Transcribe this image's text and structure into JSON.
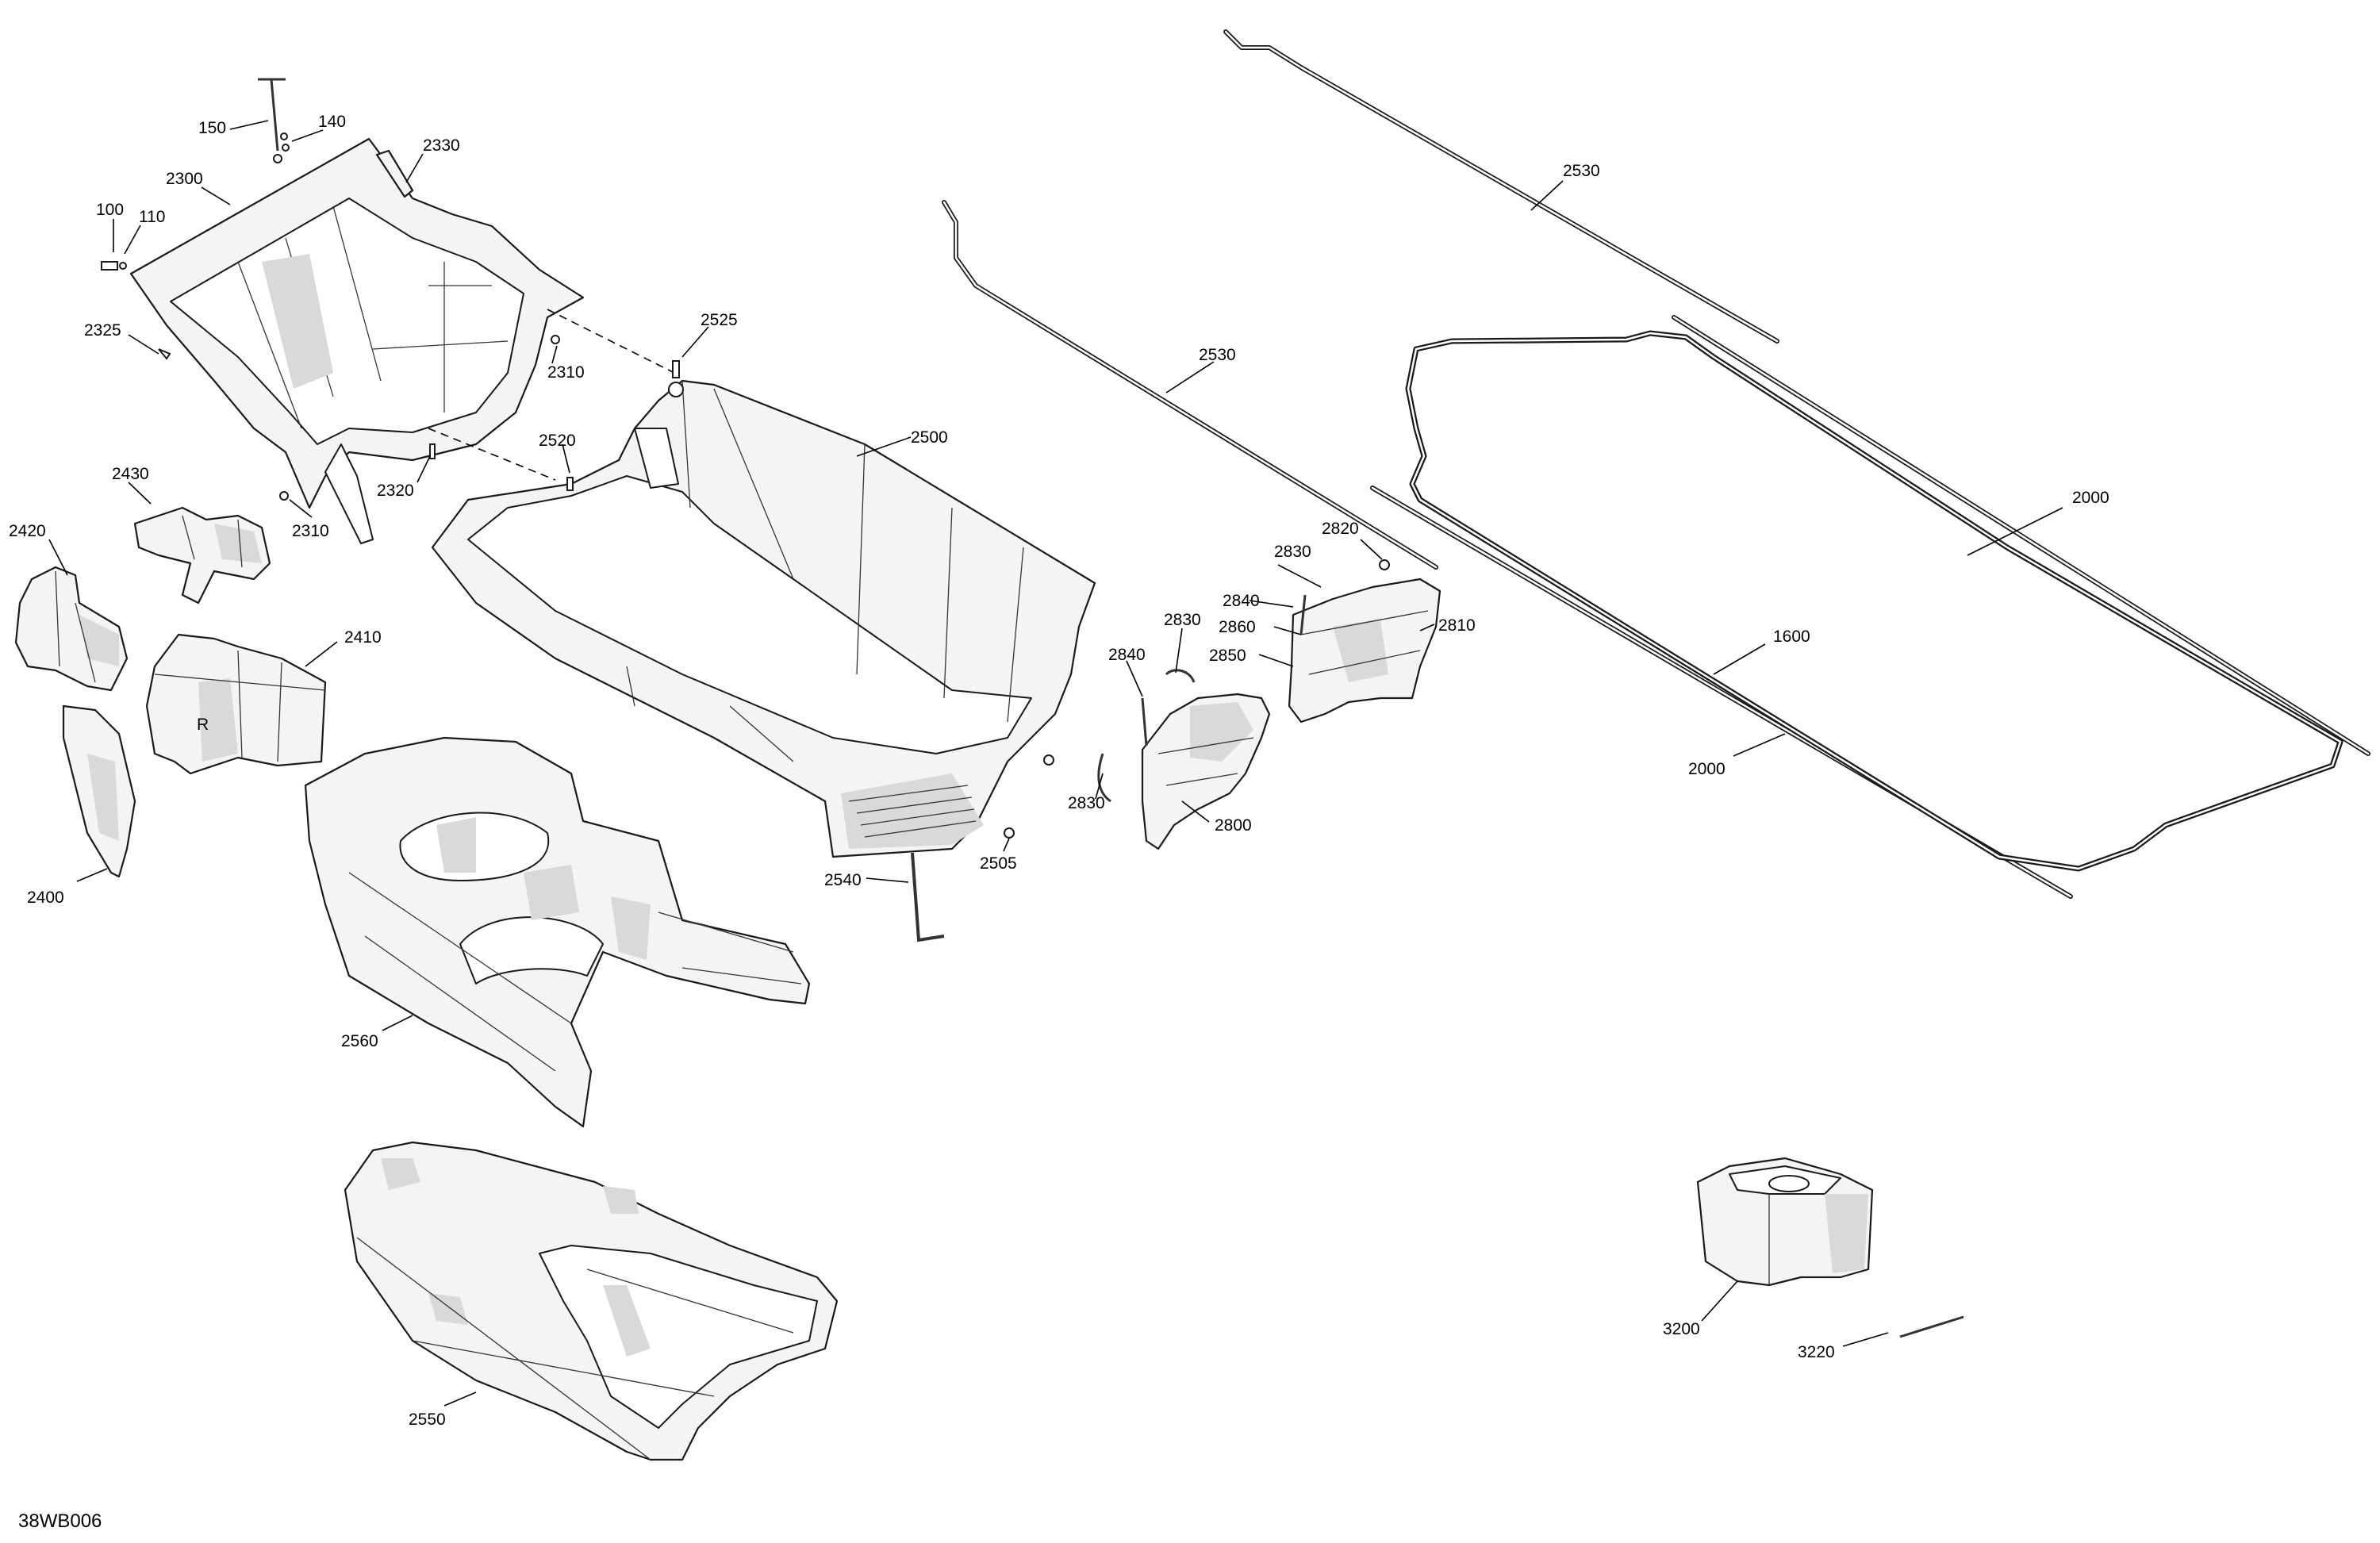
{
  "figure_id": "38WB006",
  "callouts": [
    {
      "label": "100"
    },
    {
      "label": "110"
    },
    {
      "label": "140"
    },
    {
      "label": "150"
    },
    {
      "label": "2300"
    },
    {
      "label": "2330"
    },
    {
      "label": "2325"
    },
    {
      "label": "2310"
    },
    {
      "label": "2310"
    },
    {
      "label": "2320"
    },
    {
      "label": "2525"
    },
    {
      "label": "2520"
    },
    {
      "label": "2500"
    },
    {
      "label": "2530"
    },
    {
      "label": "2530"
    },
    {
      "label": "2000"
    },
    {
      "label": "1600"
    },
    {
      "label": "2000"
    },
    {
      "label": "2430"
    },
    {
      "label": "2420"
    },
    {
      "label": "2410"
    },
    {
      "label": "2400"
    },
    {
      "label": "2560"
    },
    {
      "label": "2550"
    },
    {
      "label": "2540"
    },
    {
      "label": "2505"
    },
    {
      "label": "2840"
    },
    {
      "label": "2830"
    },
    {
      "label": "2830"
    },
    {
      "label": "2830"
    },
    {
      "label": "2840"
    },
    {
      "label": "2860"
    },
    {
      "label": "2850"
    },
    {
      "label": "2820"
    },
    {
      "label": "2810"
    },
    {
      "label": "2800"
    },
    {
      "label": "3200"
    },
    {
      "label": "3220"
    }
  ]
}
